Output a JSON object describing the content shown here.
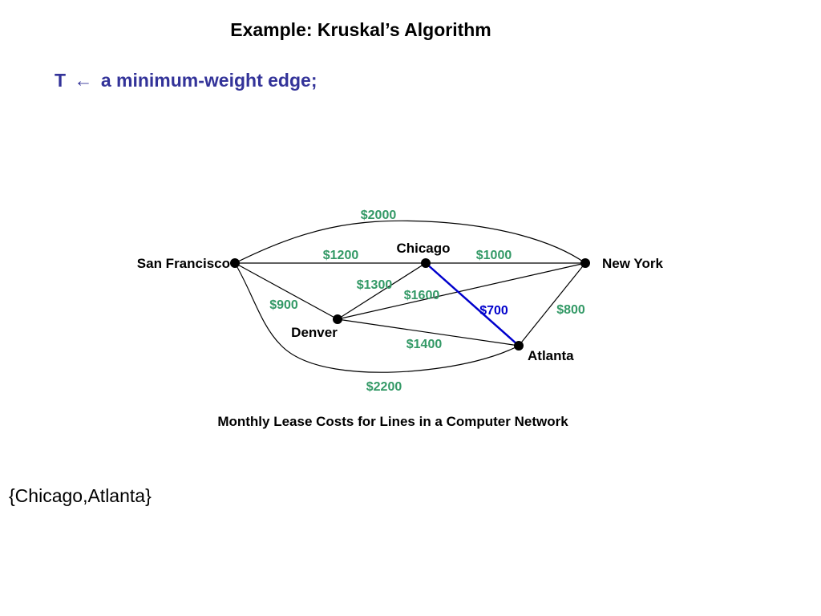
{
  "slide": {
    "title": "Example:  Kruskal’s Algorithm",
    "step": {
      "prefix": "T",
      "arrow": "←",
      "text": "a minimum-weight edge;"
    },
    "caption": "Monthly Lease Costs for Lines in a Computer Network",
    "tree_set": "{Chicago,Atlanta}"
  },
  "colors": {
    "title": "#000000",
    "step_text": "#333399",
    "edge": "#000000",
    "weight_label": "#339966",
    "selected_edge": "#0000CC",
    "node": "#000000"
  },
  "graph": {
    "nodes": [
      {
        "id": "sf",
        "label": "San Francisco"
      },
      {
        "id": "chicago",
        "label": "Chicago"
      },
      {
        "id": "ny",
        "label": "New York"
      },
      {
        "id": "denver",
        "label": "Denver"
      },
      {
        "id": "atlanta",
        "label": "Atlanta"
      }
    ],
    "edges": [
      {
        "from": "sf",
        "to": "ny",
        "weight": "$2000",
        "selected": false
      },
      {
        "from": "sf",
        "to": "chicago",
        "weight": "$1200",
        "selected": false
      },
      {
        "from": "chicago",
        "to": "ny",
        "weight": "$1000",
        "selected": false
      },
      {
        "from": "denver",
        "to": "chicago",
        "weight": "$1300",
        "selected": false
      },
      {
        "from": "denver",
        "to": "ny",
        "weight": "$1600",
        "selected": false
      },
      {
        "from": "chicago",
        "to": "atlanta",
        "weight": "$700",
        "selected": true
      },
      {
        "from": "sf",
        "to": "denver",
        "weight": "$900",
        "selected": false
      },
      {
        "from": "ny",
        "to": "atlanta",
        "weight": "$800",
        "selected": false
      },
      {
        "from": "denver",
        "to": "atlanta",
        "weight": "$1400",
        "selected": false
      },
      {
        "from": "sf",
        "to": "atlanta",
        "weight": "$2200",
        "selected": false
      }
    ]
  }
}
